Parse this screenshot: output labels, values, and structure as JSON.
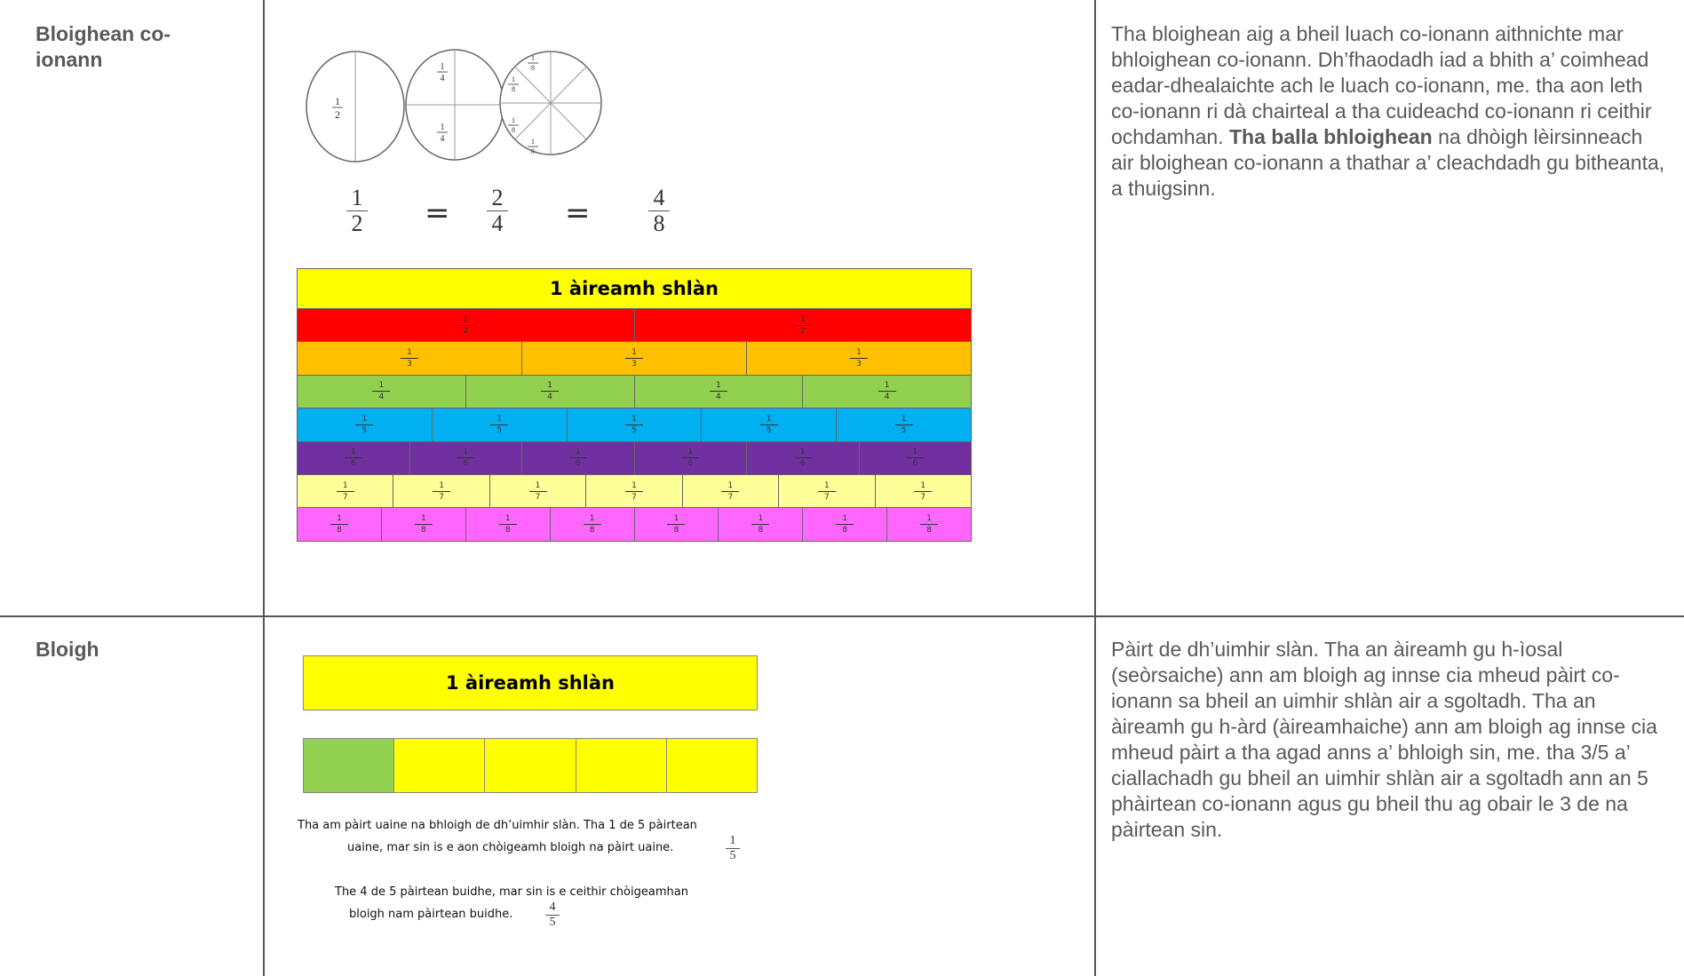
{
  "rows": [
    {
      "term": "Bloighean co-ionann",
      "description_before": "Tha bloighean aig a bheil luach co-ionann aithnichte mar bhloighean co-ionann. Dh’fhaodadh iad a bhith a’ coimhead eadar-dhealaichte ach le luach co-ionann, me. tha aon leth co-ionann ri dà chairteal a tha cuideachd co-ionann ri ceithir ochdamhan. ",
      "description_bold": "Tha balla bhloighean",
      "description_after": " na dhòigh lèirsinneach air bloighean co-ionann a thathar a’ cleachdadh gu bitheanta, a thuigsinn.",
      "circles": [
        {
          "parts": 2,
          "label": "1/2"
        },
        {
          "parts": 4,
          "label": "1/4"
        },
        {
          "parts": 8,
          "label": "1/8"
        }
      ],
      "equation": {
        "fractions": [
          {
            "num": "1",
            "den": "2"
          },
          {
            "num": "2",
            "den": "4"
          },
          {
            "num": "4",
            "den": "8"
          }
        ],
        "equals": "="
      },
      "fraction_wall": {
        "whole_label": "1 àireamh shlàn",
        "whole_color": "#ffff00",
        "rows": [
          {
            "den": 2,
            "color": "#ff0000"
          },
          {
            "den": 3,
            "color": "#ffc000"
          },
          {
            "den": 4,
            "color": "#92d050"
          },
          {
            "den": 5,
            "color": "#00b0f0"
          },
          {
            "den": 6,
            "color": "#7030a0"
          },
          {
            "den": 7,
            "color": "#ffff99"
          },
          {
            "den": 8,
            "color": "#ff66ff"
          }
        ]
      }
    },
    {
      "term": "Bloigh",
      "description": "Pàirt de dh’uimhir slàn. Tha an àireamh gu h-ìosal (seòrsaiche) ann am bloigh ag innse cia mheud pàirt co-ionann sa bheil an uimhir shlàn air a sgoltadh. Tha an àireamh gu h-àrd (àireamhaiche) ann am bloigh ag innse cia mheud pàirt a tha agad anns a’ bhloigh sin, me. tha 3/5 a’ ciallachadh gu bheil an uimhir shlàn air a sgoltadh ann an 5 phàirtean co-ionann agus gu bheil thu ag obair le 3 de na pàirtean sin.",
      "whole_label": "1 àireamh shlàn",
      "bar_parts": 5,
      "bar_shaded": 1,
      "shaded_color": "#92d050",
      "unshaded_color": "#ffff00",
      "caption_green_1": "Tha am pàirt uaine na bhloigh de dh’uimhir slàn. Tha 1 de 5 pàirtean",
      "caption_green_2": "uaine, mar sin is e aon chòigeamh bloigh na pàirt uaine.",
      "caption_green_frac": {
        "num": "1",
        "den": "5"
      },
      "caption_yellow_1": "The 4 de 5 pàirtean buidhe, mar sin is e ceithir chòigeamhan",
      "caption_yellow_2": "bloigh nam pàirtean buidhe.",
      "caption_yellow_frac": {
        "num": "4",
        "den": "5"
      }
    }
  ]
}
